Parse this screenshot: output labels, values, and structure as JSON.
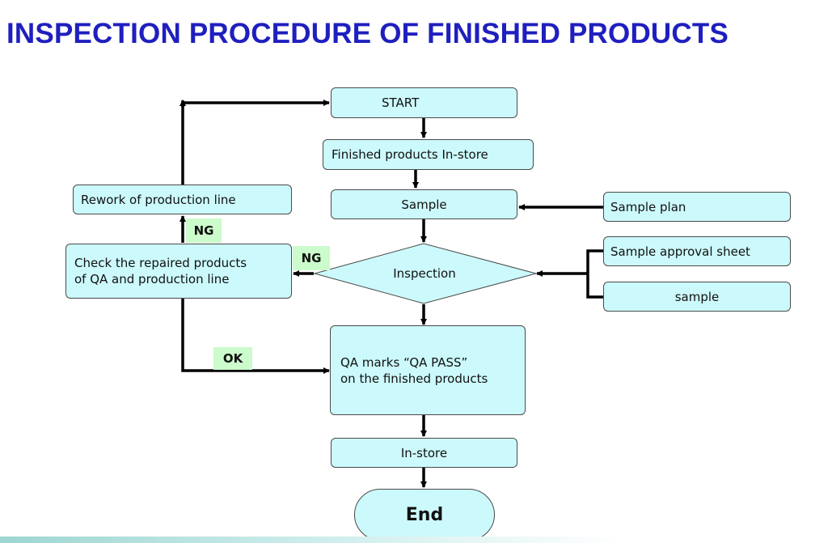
{
  "title": "INSPECTION PROCEDURE OF FINISHED PRODUCTS",
  "nodes": {
    "start": "START",
    "in_store_finished": "Finished products In-store",
    "sample": "Sample",
    "sample_plan": "Sample plan",
    "sample_approval_sheet": "Sample approval sheet",
    "sample_item": "sample",
    "inspection": "Inspection",
    "check_repaired_line1": "Check the repaired products",
    "check_repaired_line2": "of QA and production line",
    "rework": "Rework of production line",
    "qa_marks_line1": "QA marks “QA PASS”",
    "qa_marks_line2": "on the finished products",
    "in_store": "In-store",
    "end": "End"
  },
  "tags": {
    "ng_inspection": "NG",
    "ng_check": "NG",
    "ok": "OK"
  },
  "colors": {
    "title": "#1f1fbf",
    "box_fill": "#ccf9fb",
    "tag_fill": "#ccfbcc",
    "arrow": "#000000"
  }
}
